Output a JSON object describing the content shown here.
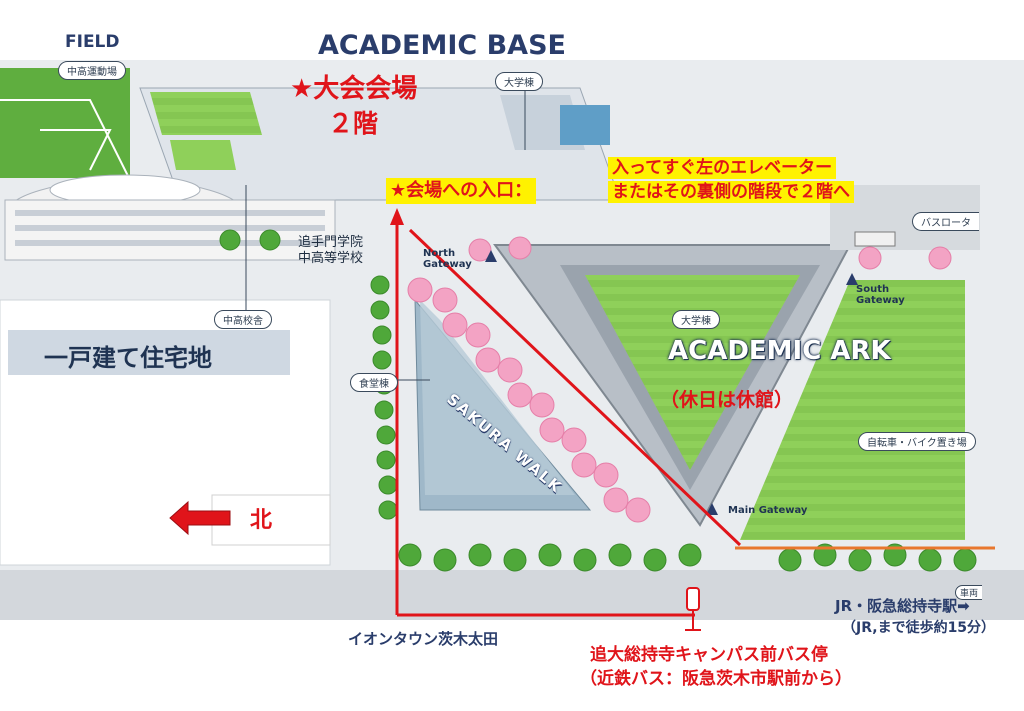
{
  "area_labels": {
    "field": "FIELD",
    "academic_base": "ACADEMIC BASE",
    "academic_ark": "ACADEMIC ARK",
    "sakura_walk": "SAKURA WALK",
    "school_name_line1": "追手門学院",
    "school_name_line2": "中高等学校",
    "residential": "一戸建て住宅地",
    "north_gateway": "North\nGateway",
    "south_gateway": "South\nGateway",
    "main_gateway": "Main Gateway"
  },
  "building_tags": {
    "sports_field": "中高運動場",
    "university_building_top": "大学棟",
    "university_building_ark": "大学棟",
    "middle_high_building": "中高校舎",
    "cafeteria": "食堂棟",
    "bicycle_parking": "自転車・バイク置き場",
    "bus_rotary": "バスロータ",
    "car_partial": "車両"
  },
  "annotations": {
    "venue_title": "★大会会場",
    "venue_floor": "２階",
    "entrance_label": "★会場への入口：",
    "entrance_instruction_line1": "入ってすぐ左のエレベーター",
    "entrance_instruction_line2": "またはその裏側の階段で２階へ",
    "ark_closed_note": "（休日は休館）",
    "north_indicator": "北",
    "aeon_town": "イオンタウン茨木太田",
    "jr_station": "JR・阪急総持寺駅➡",
    "jr_walk_time": "（JR,まで徒歩約15分）",
    "bus_stop_line1": "追大総持寺キャンパス前バス停",
    "bus_stop_line2": "（近鉄バス：阪急茨木市駅前から）"
  },
  "colors": {
    "accent_red": "#e0141a",
    "highlight_yellow": "#fff200",
    "label_navy": "#2a3d6b",
    "grass_green": "#8fd05a",
    "sakura_pink": "#f3a3c4",
    "route_orange": "#e8772e"
  }
}
